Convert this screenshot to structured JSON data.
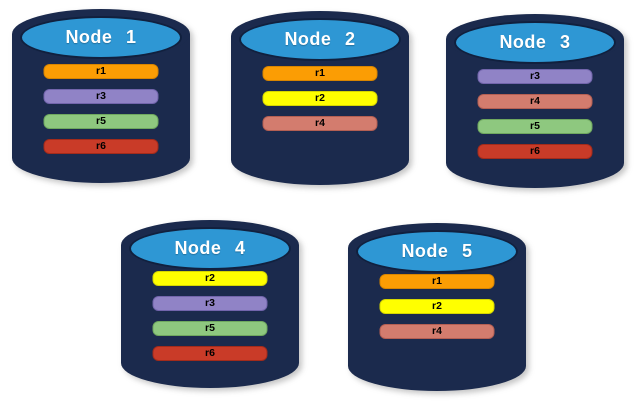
{
  "palette": {
    "background": "#FFFFFF",
    "cylinder_body": "#1B2A4D",
    "cylinder_cap": "#2E97D4",
    "cap_border": "#11203E",
    "title_text": "#FFFFFF",
    "bar_label_text": "#000000"
  },
  "replica_colors": {
    "r1": {
      "fill": "#FB9D04",
      "border": "#D88500"
    },
    "r2": {
      "fill": "#FFFF00",
      "border": "#D6D600"
    },
    "r3": {
      "fill": "#9083C6",
      "border": "#7265AC"
    },
    "r4": {
      "fill": "#D37C6E",
      "border": "#B45F53"
    },
    "r5": {
      "fill": "#8EC87F",
      "border": "#6FA85F"
    },
    "r6": {
      "fill": "#C93B28",
      "border": "#A32B1B"
    }
  },
  "nodes": [
    {
      "label": "Node 1",
      "replicas": [
        "r1",
        "r3",
        "r5",
        "r6"
      ]
    },
    {
      "label": "Node 2",
      "replicas": [
        "r1",
        "r2",
        "r4"
      ]
    },
    {
      "label": "Node 3",
      "replicas": [
        "r3",
        "r4",
        "r5",
        "r6"
      ]
    },
    {
      "label": "Node 4",
      "replicas": [
        "r2",
        "r3",
        "r5",
        "r6"
      ]
    },
    {
      "label": "Node 5",
      "replicas": [
        "r1",
        "r2",
        "r4"
      ]
    }
  ]
}
